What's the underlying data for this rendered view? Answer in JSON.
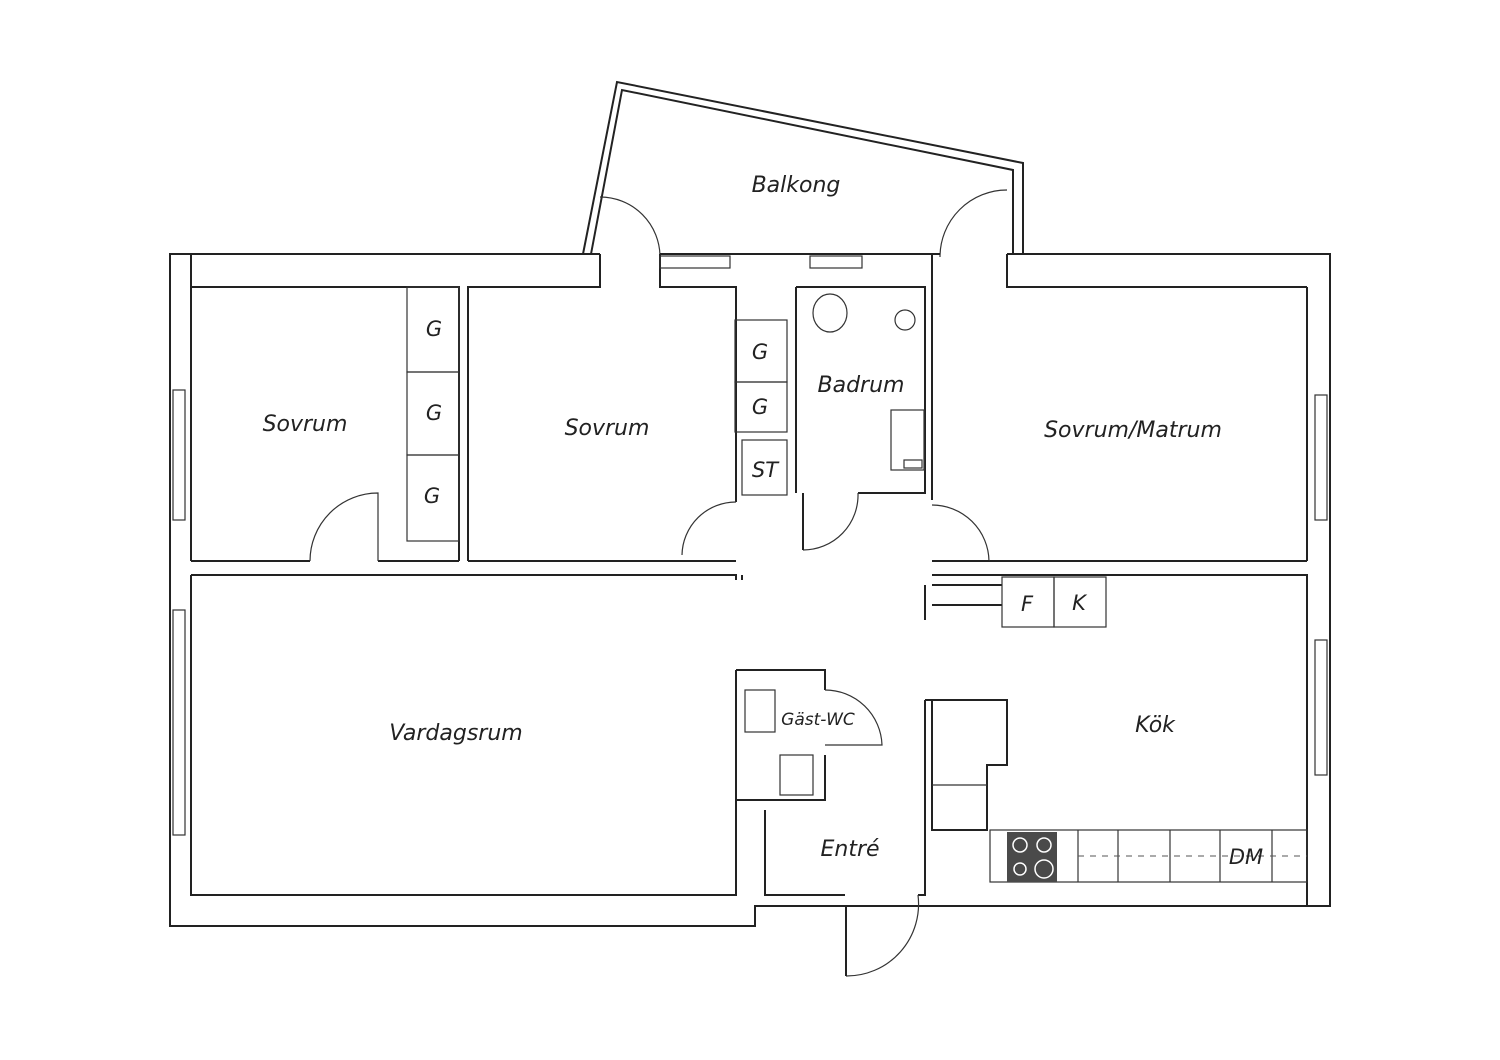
{
  "rooms": {
    "balkong": "Balkong",
    "sovrum_1": "Sovrum",
    "sovrum_2": "Sovrum",
    "badrum": "Badrum",
    "sovrum_matrum": "Sovrum/Matrum",
    "vardagsrum": "Vardagsrum",
    "gast_wc": "Gäst-WC",
    "kok": "Kök",
    "entre": "Entré"
  },
  "fixtures": {
    "wardrobe": "G",
    "storage": "ST",
    "fridge": "F",
    "freezer": "K",
    "dishwasher": "DM"
  },
  "colors": {
    "wall": "#222222",
    "background": "#ffffff",
    "stove": "#4a4a4a"
  }
}
